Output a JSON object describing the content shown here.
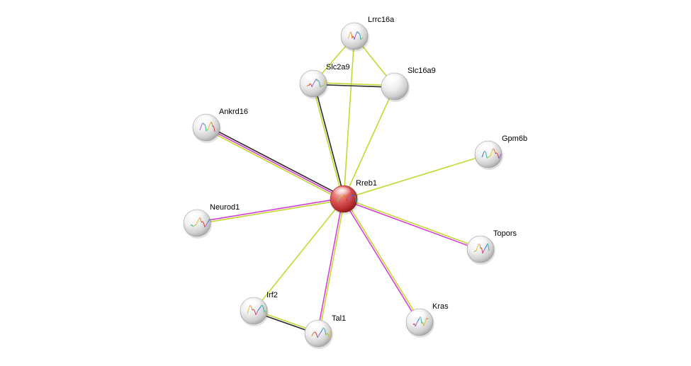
{
  "colors": {
    "textmining": "#c4d82f",
    "coexpression": "#2b2b2b",
    "experiments": "#d93ed3",
    "center_node": "#d43a3a",
    "node": "#e8e8e8"
  },
  "nodes": [
    {
      "id": "rreb1",
      "label": "Rreb1",
      "center": true,
      "icon": "protein-structure-icon"
    },
    {
      "id": "lrrc16a",
      "label": "Lrrc16a",
      "icon": "protein-structure-icon"
    },
    {
      "id": "slc2a9",
      "label": "Slc2a9",
      "icon": "protein-structure-icon"
    },
    {
      "id": "slc16a9",
      "label": "Slc16a9",
      "icon": "none"
    },
    {
      "id": "ankrd16",
      "label": "Ankrd16",
      "icon": "protein-structure-icon"
    },
    {
      "id": "gpm6b",
      "label": "Gpm6b",
      "icon": "protein-structure-icon"
    },
    {
      "id": "neurod1",
      "label": "Neurod1",
      "icon": "protein-structure-icon"
    },
    {
      "id": "topors",
      "label": "Topors",
      "icon": "protein-structure-icon"
    },
    {
      "id": "irf2",
      "label": "Irf2",
      "icon": "protein-structure-icon"
    },
    {
      "id": "tal1",
      "label": "Tal1",
      "icon": "protein-structure-icon"
    },
    {
      "id": "kras",
      "label": "Kras",
      "icon": "protein-structure-icon"
    }
  ],
  "edges": [
    {
      "from": "rreb1",
      "to": "lrrc16a",
      "evidence": [
        "textmining"
      ]
    },
    {
      "from": "rreb1",
      "to": "slc2a9",
      "evidence": [
        "textmining",
        "coexpression"
      ]
    },
    {
      "from": "rreb1",
      "to": "slc16a9",
      "evidence": [
        "textmining"
      ]
    },
    {
      "from": "rreb1",
      "to": "ankrd16",
      "evidence": [
        "textmining",
        "experiments",
        "coexpression"
      ]
    },
    {
      "from": "rreb1",
      "to": "gpm6b",
      "evidence": [
        "textmining"
      ]
    },
    {
      "from": "rreb1",
      "to": "neurod1",
      "evidence": [
        "textmining",
        "experiments"
      ]
    },
    {
      "from": "rreb1",
      "to": "topors",
      "evidence": [
        "textmining",
        "experiments"
      ]
    },
    {
      "from": "rreb1",
      "to": "irf2",
      "evidence": [
        "textmining"
      ]
    },
    {
      "from": "rreb1",
      "to": "tal1",
      "evidence": [
        "textmining",
        "experiments"
      ]
    },
    {
      "from": "rreb1",
      "to": "kras",
      "evidence": [
        "textmining",
        "experiments"
      ]
    },
    {
      "from": "lrrc16a",
      "to": "slc2a9",
      "evidence": [
        "textmining"
      ]
    },
    {
      "from": "lrrc16a",
      "to": "slc16a9",
      "evidence": [
        "textmining"
      ]
    },
    {
      "from": "slc2a9",
      "to": "slc16a9",
      "evidence": [
        "textmining",
        "coexpression"
      ]
    },
    {
      "from": "irf2",
      "to": "tal1",
      "evidence": [
        "textmining",
        "coexpression"
      ]
    }
  ]
}
